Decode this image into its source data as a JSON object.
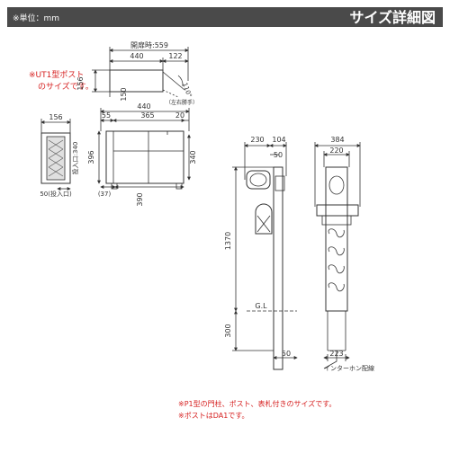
{
  "header": {
    "unit_note": "※単位：mm",
    "title": "サイズ詳細図"
  },
  "notes": {
    "ut1_line1": "※UT1型ポスト",
    "ut1_line2": "のサイズです。",
    "bottom_line1": "※P1型の門柱、ポスト、表札付きのサイズです。",
    "bottom_line2": "※ポストはDA1です。"
  },
  "top_view": {
    "open_dim": "開扉時:559",
    "width": "440",
    "side": "122",
    "depth": "156",
    "angle": "110°",
    "hinge_note": "（左右勝手）"
  },
  "front_view": {
    "overall": "440",
    "left": "55",
    "middle": "365",
    "right": "20",
    "height_left": "396",
    "height_right": "340",
    "bottom_left": "(37)",
    "bottom_mid": "390",
    "slot_height": "150"
  },
  "side_view": {
    "width": "156",
    "slot_label": "投入口:340",
    "slot_bottom": "50(投入口)"
  },
  "pillar_side": {
    "top_left": "230",
    "top_right": "104",
    "offset": "50",
    "height": "1370",
    "ground": "G.L",
    "buried": "300",
    "base": "50"
  },
  "pillar_front": {
    "overall": "384",
    "inner": "220",
    "base": "223",
    "intercom_note": "インターホン配線"
  }
}
